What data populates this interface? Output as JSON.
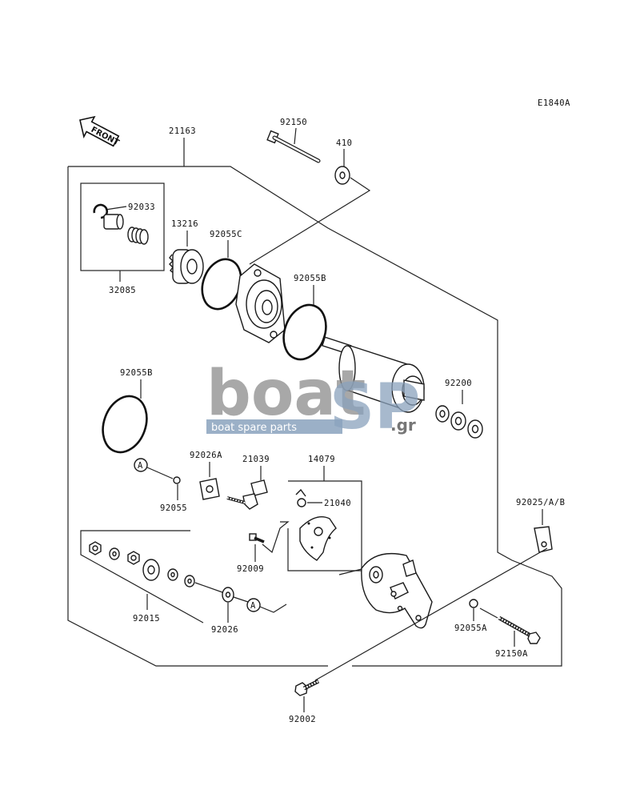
{
  "diagram_code": "E1840A",
  "front_label": "FRONT",
  "watermark": {
    "brand_main": "boat",
    "brand_accent": "SP",
    "brand_tld": ".gr",
    "tagline": "boat spare parts"
  },
  "ref_marker": "A",
  "parts": {
    "p21163": "21163",
    "p92150": "92150",
    "p410": "410",
    "p92033": "92033",
    "p13216": "13216",
    "p92055C": "92055C",
    "p32085": "32085",
    "p92055B_top": "92055B",
    "p92055B_left": "92055B",
    "p92200": "92200",
    "p92026A": "92026A",
    "p21039": "21039",
    "p14079": "14079",
    "p21040": "21040",
    "p92055": "92055",
    "p92009": "92009",
    "p92025": "92025/A/B",
    "p92015": "92015",
    "p92026": "92026",
    "p92055A": "92055A",
    "p92150A": "92150A",
    "p92002": "92002"
  }
}
